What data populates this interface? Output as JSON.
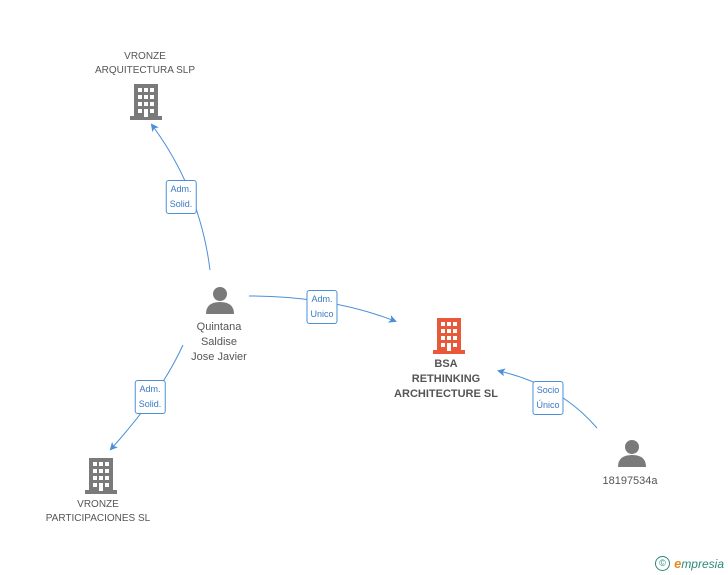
{
  "colors": {
    "edge": "#4a90d9",
    "company_icon": "#7a7a7a",
    "main_company_icon": "#e8593a",
    "person_icon": "#7a7a7a"
  },
  "nodes": {
    "vronze_arquitectura": {
      "line1": "VRONZE",
      "line2": "ARQUITECTURA SLP",
      "icon": "building-icon"
    },
    "quintana": {
      "line1": "Quintana",
      "line2": "Saldise",
      "line3": "Jose Javier",
      "icon": "person-icon"
    },
    "bsa": {
      "line1": "BSA",
      "line2": "RETHINKING",
      "line3": "ARCHITECTURE SL",
      "icon": "building-icon"
    },
    "vronze_participaciones": {
      "line1": "VRONZE",
      "line2": "PARTICIPACIONES SL",
      "icon": "building-icon"
    },
    "person_18197534a": {
      "line1": "18197534a",
      "icon": "person-icon"
    }
  },
  "edges": {
    "adm_solid_top": {
      "line1": "Adm.",
      "line2": "Solid."
    },
    "adm_unico": {
      "line1": "Adm.",
      "line2": "Unico"
    },
    "adm_solid_bottom": {
      "line1": "Adm.",
      "line2": "Solid."
    },
    "socio_unico": {
      "line1": "Socio",
      "line2": "Único"
    }
  },
  "brand": {
    "copyright": "©",
    "e": "e",
    "rest": "mpresia"
  }
}
